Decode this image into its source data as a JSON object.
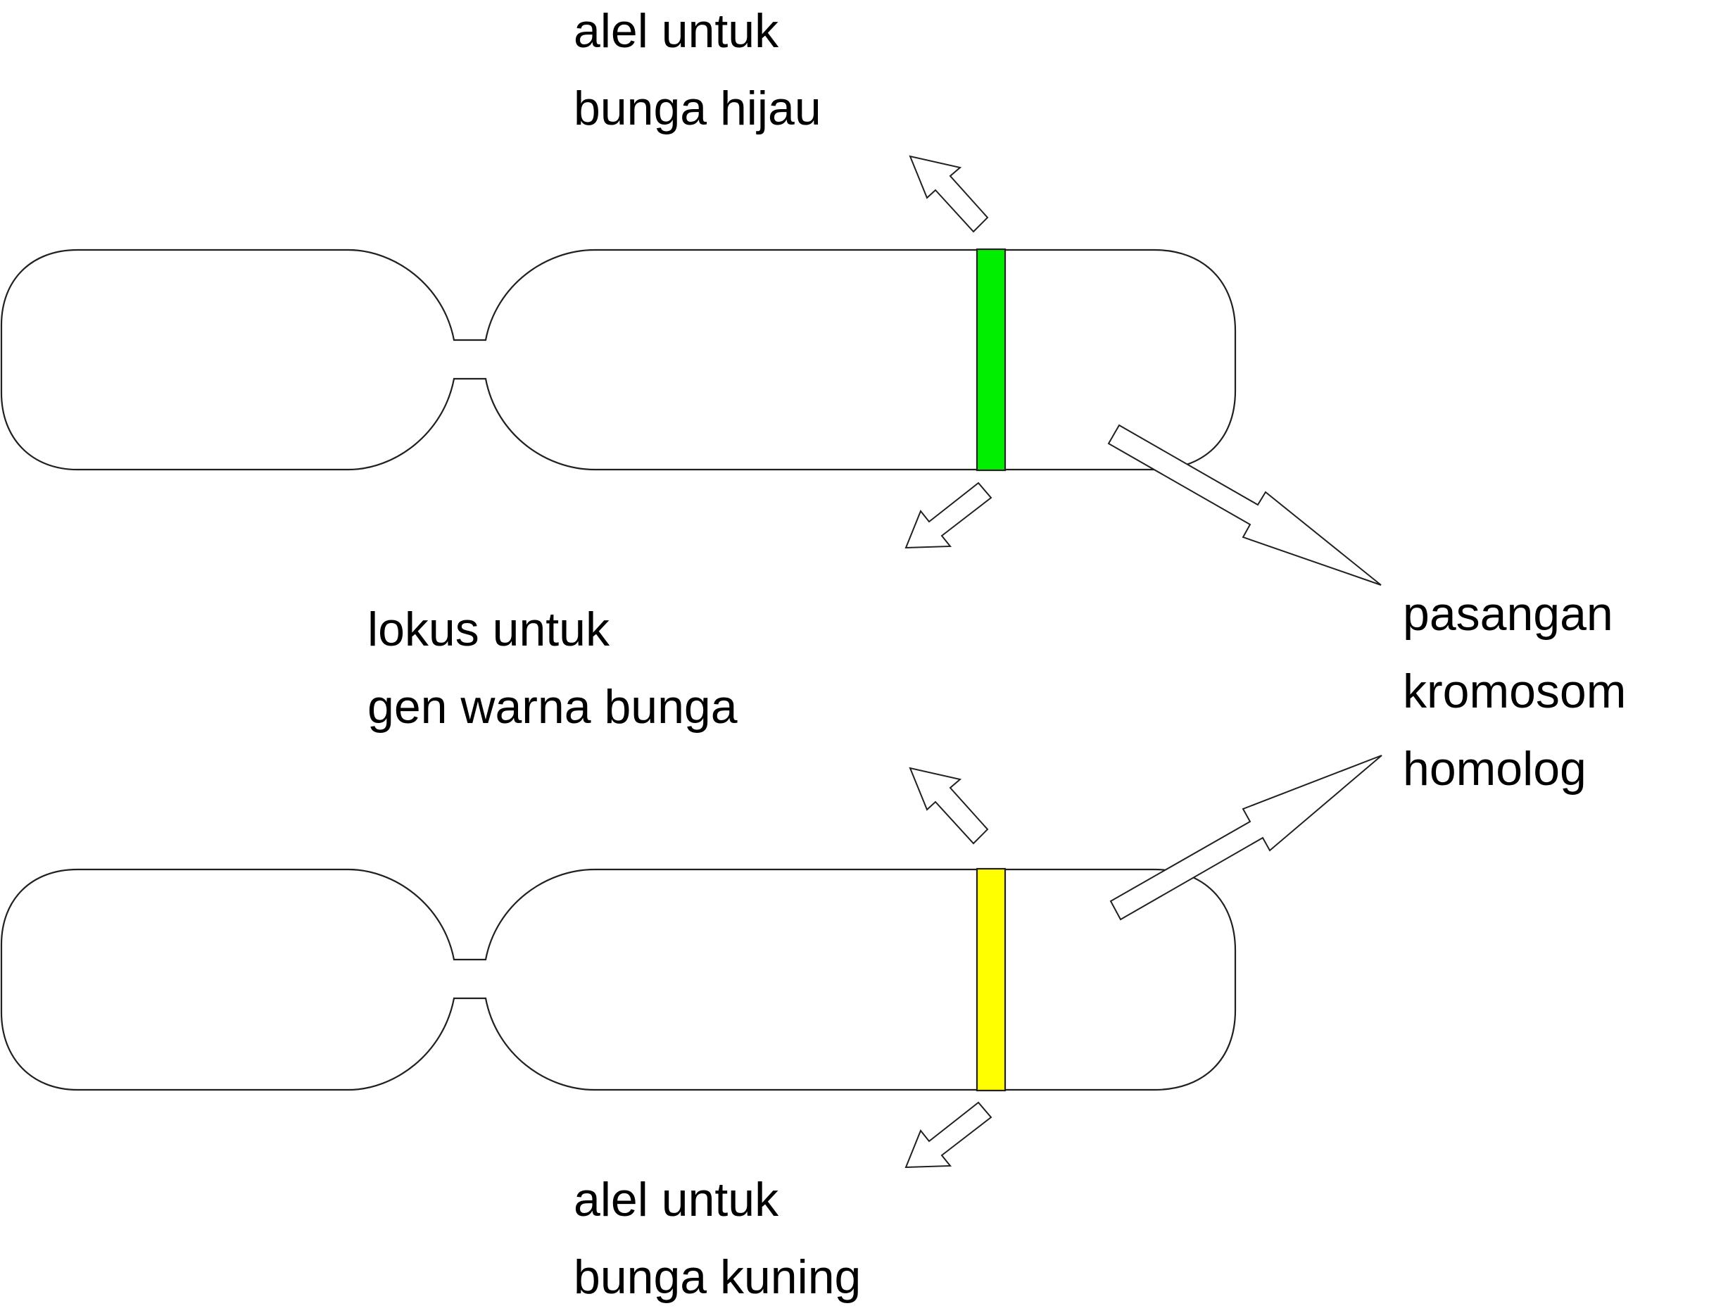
{
  "labels": {
    "allele_green_line1": "alel untuk",
    "allele_green_line2": "bunga hijau",
    "locus_line1": "lokus untuk",
    "locus_line2": "gen warna bunga",
    "homolog_line1": "pasangan",
    "homolog_line2": "kromosom",
    "homolog_line3": "homolog",
    "allele_yellow_line1": "alel untuk",
    "allele_yellow_line2": "bunga kuning"
  },
  "colors": {
    "allele_green": "#00ee00",
    "allele_yellow": "#ffff00",
    "outline": "#231f20"
  },
  "icons": {
    "arrow": "hollow-block-arrow"
  }
}
